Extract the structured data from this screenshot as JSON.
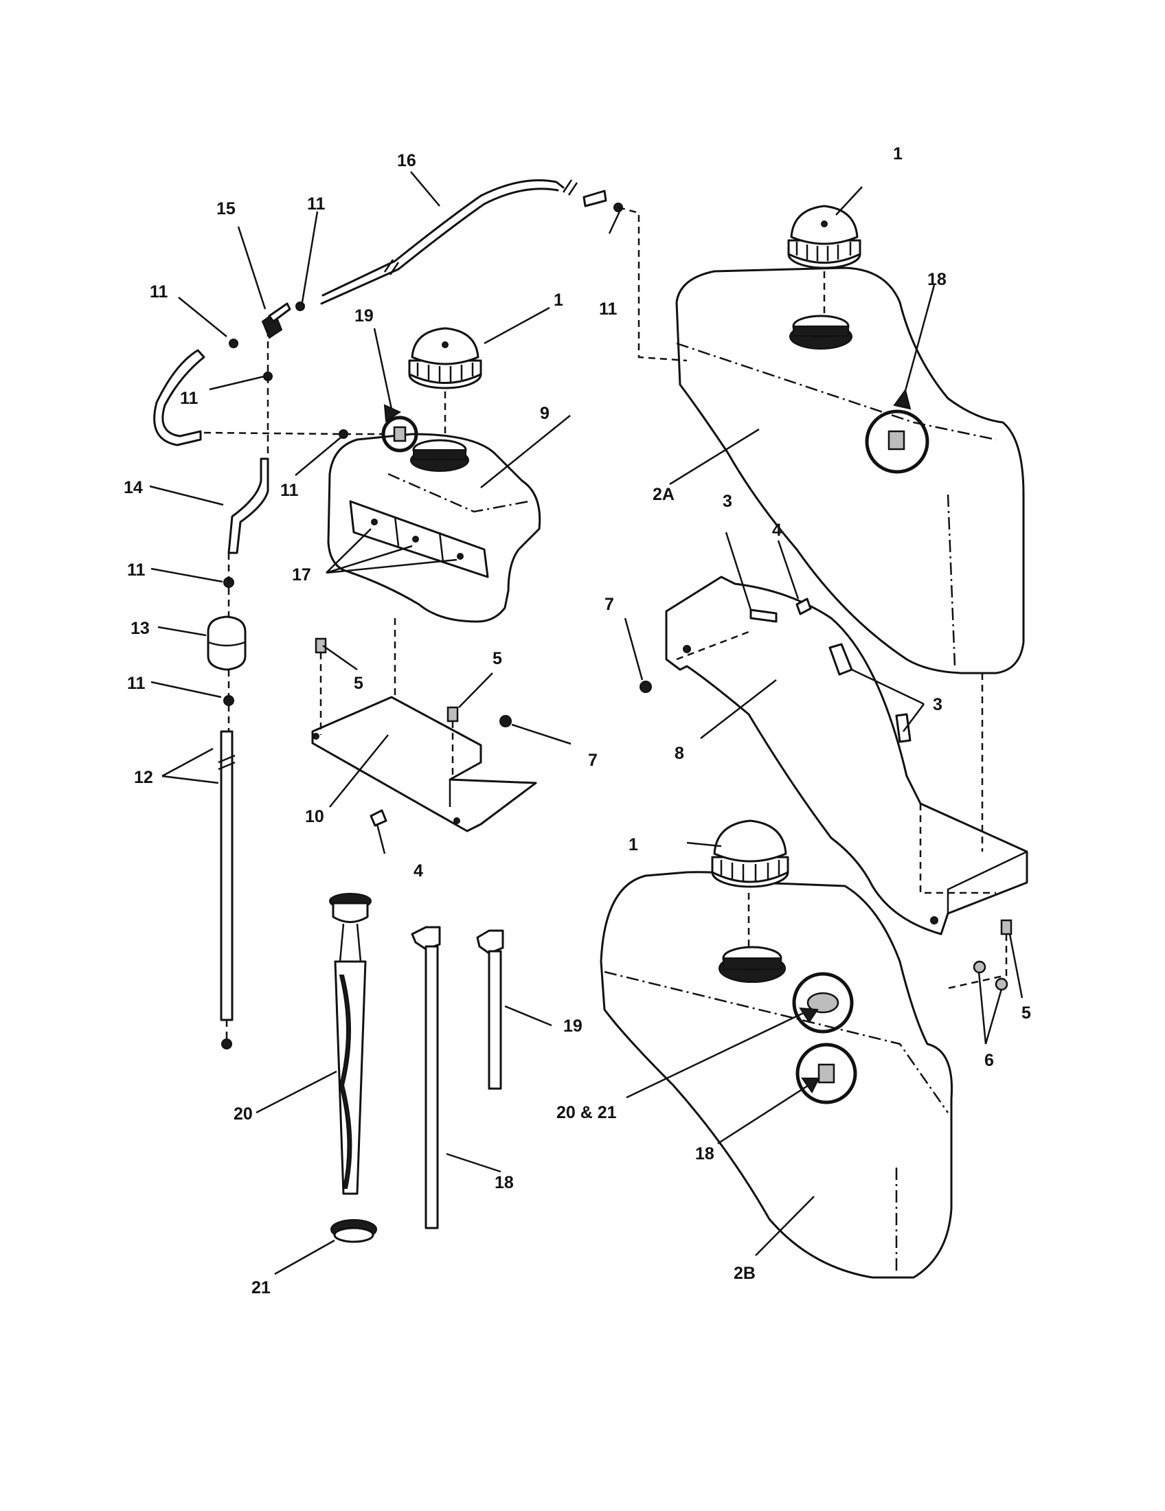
{
  "callouts": {
    "c1_top_right": "1",
    "c1_middle": "1",
    "c1_bottom": "1",
    "c2a": "2A",
    "c2b": "2B",
    "c3_top": "3",
    "c3_right": "3",
    "c4_top": "4",
    "c4_bottom": "4",
    "c5_left": "5",
    "c5_mid": "5",
    "c5_right": "5",
    "c6": "6",
    "c7_left": "7",
    "c7_right": "7",
    "c8": "8",
    "c9": "9",
    "c10": "10",
    "c11_a": "11",
    "c11_b": "11",
    "c11_c": "11",
    "c11_d": "11",
    "c11_e": "11",
    "c11_f": "11",
    "c11_g": "11",
    "c12": "12",
    "c13": "13",
    "c14": "14",
    "c15": "15",
    "c16": "16",
    "c17": "17",
    "c18_top": "18",
    "c18_mid": "18",
    "c18_bottom": "18",
    "c19_top": "19",
    "c19_mid": "19",
    "c20": "20",
    "c20_21": "20 & 21",
    "c21": "21"
  }
}
